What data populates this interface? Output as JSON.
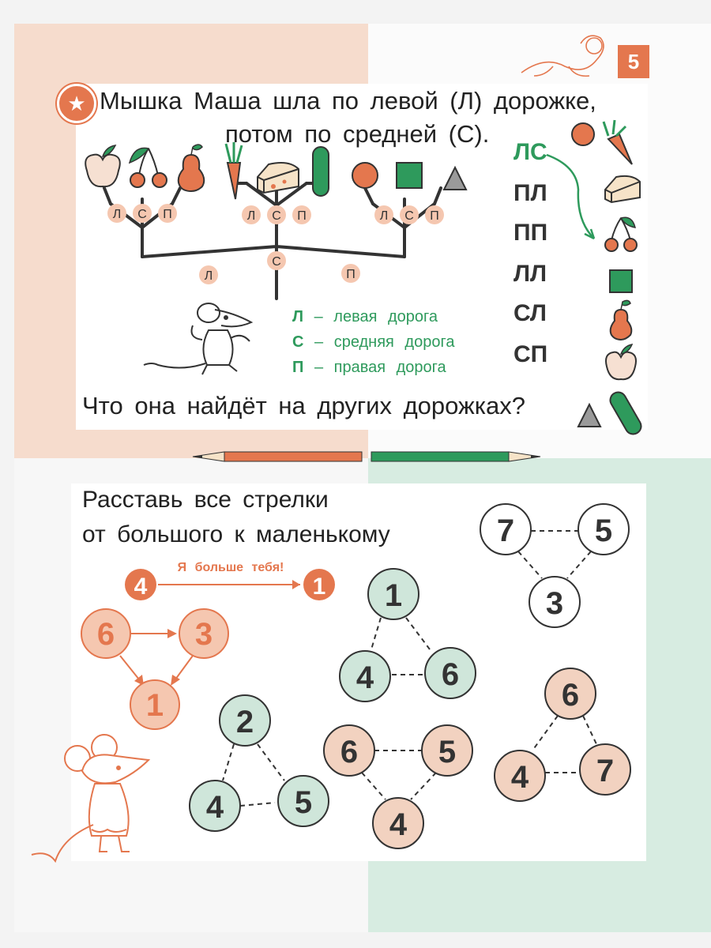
{
  "page_number": "5",
  "task1": {
    "question_line1": "Мышка Маша шла по левой (Л) дорожке,",
    "question_line2": "потом по средней (С).",
    "question_bottom": "Что она найдёт на других дорожках?",
    "branch_labels": {
      "left": "Л",
      "center": "С",
      "right": "П"
    },
    "codes": [
      "ЛС",
      "ПЛ",
      "ПП",
      "ЛЛ",
      "СЛ",
      "СП"
    ],
    "legend": [
      {
        "letter": "Л",
        "text": "– левая дорога"
      },
      {
        "letter": "С",
        "text": "– средняя дорога"
      },
      {
        "letter": "П",
        "text": "– правая дорога"
      }
    ],
    "tree_items": [
      "apple-icon",
      "cherry-icon",
      "pear-icon",
      "carrot-icon",
      "cheese-icon",
      "cucumber-icon",
      "circle-icon",
      "square-icon",
      "triangle-icon"
    ],
    "answer_column": [
      "circle-icon",
      "carrot-icon",
      "cheese-icon",
      "cherry-icon",
      "square-icon",
      "pear-icon",
      "apple-icon",
      "triangle-icon",
      "cucumber-icon"
    ],
    "colors": {
      "orange": "#e4774e",
      "green": "#2e9a5c",
      "grey": "#9a9a9a"
    }
  },
  "task2": {
    "instruction_line1": "Расставь все стрелки",
    "instruction_line2": "от большого к маленькому",
    "example_caption": "Я больше тебя!",
    "example_pair": [
      "4",
      "1"
    ],
    "example_triangle": [
      "6",
      "3",
      "1"
    ],
    "puzzles": [
      {
        "name": "white-triangle",
        "nodes": [
          "7",
          "5",
          "3"
        ]
      },
      {
        "name": "green-triangle-top",
        "nodes": [
          "1",
          "4",
          "6"
        ]
      },
      {
        "name": "green-triangle-left",
        "nodes": [
          "2",
          "4",
          "5"
        ]
      },
      {
        "name": "peach-triangle-middle",
        "nodes": [
          "6",
          "5",
          "4"
        ]
      },
      {
        "name": "peach-triangle-right",
        "nodes": [
          "6",
          "4",
          "7"
        ]
      }
    ],
    "colors": {
      "green_fill": "#cfe6da",
      "peach_fill": "#f2d2c0",
      "orange_fill": "#f5c7b0",
      "orange_text": "#e4774e"
    }
  }
}
